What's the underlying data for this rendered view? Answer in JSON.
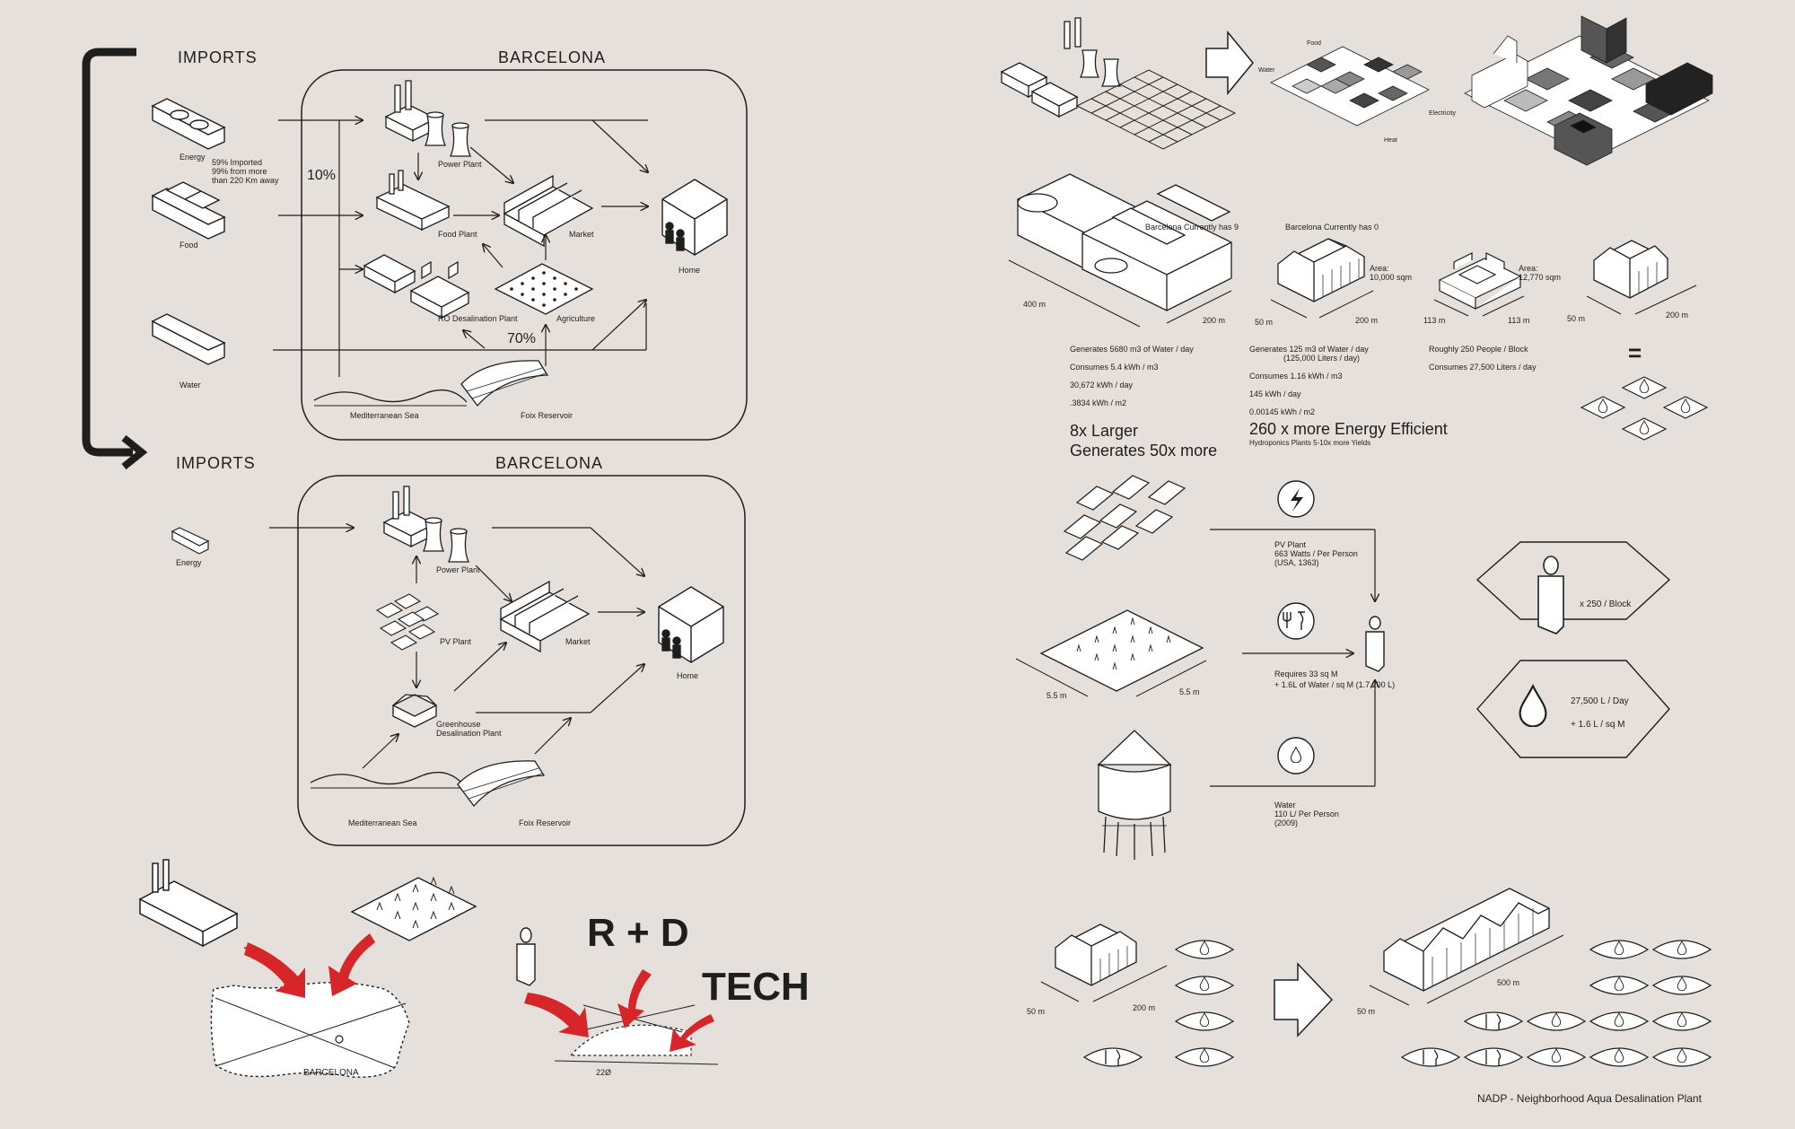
{
  "top_diagram": {
    "imports_title": "IMPORTS",
    "city_title": "BARCELONA",
    "energy_label": "Energy",
    "energy_note": [
      "59% Imported",
      "99% from more",
      "than 220 Km away"
    ],
    "food_label": "Food",
    "water_label": "Water",
    "pct_10": "10%",
    "pct_70": "70%",
    "power_plant": "Power Plant",
    "food_plant": "Food Plant",
    "market": "Market",
    "home": "Home",
    "ro_plant": "RO Desalination Plant",
    "agriculture": "Agriculture",
    "sea": "Mediterranean Sea",
    "reservoir": "Foix Reservoir"
  },
  "bottom_diagram": {
    "imports_title": "IMPORTS",
    "city_title": "BARCELONA",
    "energy_label": "Energy",
    "power_plant": "Power Plant",
    "pv_plant": "PV Plant",
    "market": "Market",
    "home": "Home",
    "greenhouse": [
      "Greenhouse",
      "Desalination Plant"
    ],
    "sea": "Mediterranean Sea",
    "reservoir": "Foix Reservoir"
  },
  "bottom_left": {
    "barcelona": "BARCELONA",
    "rd": "R + D",
    "tech": "TECH",
    "num": "22Ø"
  },
  "grid_labels": {
    "food": "Food",
    "water": "Water",
    "electricity": "Electricity",
    "heat": "Heat"
  },
  "comparison": {
    "current_9": "Barcelona Currently has 9",
    "current_0": "Barcelona Currently has 0",
    "dim_400": "400 m",
    "dim_200a": "200 m",
    "dim_50a": "50 m",
    "dim_200b": "200 m",
    "area_1": [
      "Area:",
      "10,000 sqm"
    ],
    "dim_113a": "113 m",
    "dim_113b": "113 m",
    "area_2": [
      "Area:",
      "12,770 sqm"
    ],
    "dim_50b": "50 m",
    "dim_200c": "200 m",
    "stats_a": [
      "Generates 5680 m3 of Water / day",
      "Consumes 5.4 kWh / m3",
      "30,672 kWh / day",
      ".3834 kWh / m2"
    ],
    "stats_b": [
      "Generates 125 m3 of Water / day",
      "(125,000 Liters / day)",
      "Consumes 1.16 kWh / m3",
      "145 kWh / day",
      "0.00145 kWh / m2"
    ],
    "stats_c": [
      "Roughly 250 People / Block",
      "Consumes 27,500 Liters / day"
    ],
    "larger_1": "8x Larger",
    "larger_2": "Generates 50x more",
    "efficient": "260 x more Energy Efficient",
    "hydro": "Hydroponics Plants 5-10x more Yields",
    "equals": "="
  },
  "needs": {
    "pv_label": [
      "PV Plant",
      "663 Watts / Per Person",
      "(USA, 1363)"
    ],
    "dim_55a": "5.5 m",
    "dim_55b": "5.5 m",
    "req": [
      "Requires 33 sq M",
      "+ 1.6L of Water / sq M (1.7,200 L)"
    ],
    "water": [
      "Water",
      "110 L/ Per Person",
      "(2009)"
    ],
    "per_block": "x 250 / Block",
    "per_day": "27,500 L / Day",
    "per_sqm": "+ 1.6 L / sq M"
  },
  "bottom_right": {
    "dim_50a": "50 m",
    "dim_200": "200 m",
    "dim_50b": "50 m",
    "dim_500": "500 m",
    "caption": "NADP - Neighborhood Aqua Desalination Plant"
  },
  "colors": {
    "background": "#e6e0dc",
    "ink": "#1e1e1e",
    "accent_red": "#d6262a"
  }
}
